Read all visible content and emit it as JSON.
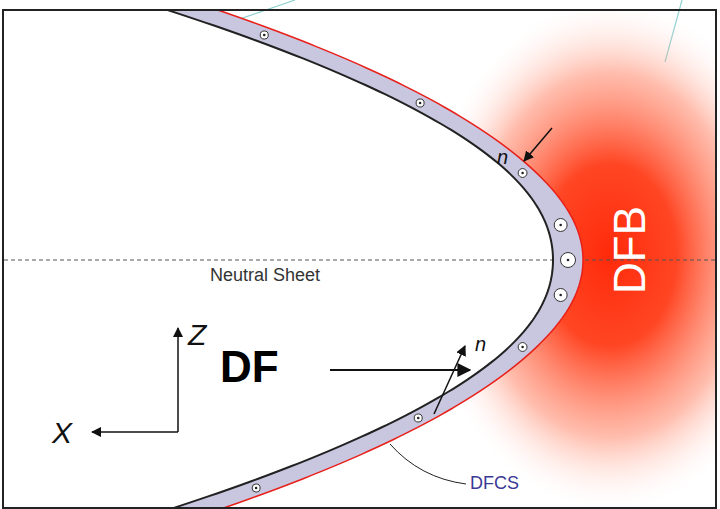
{
  "diagram": {
    "labels": [
      "n",
      "n",
      "Neutral Sheet",
      "Z",
      "X",
      "DF",
      "DFCS",
      "DFB"
    ]
  }
}
